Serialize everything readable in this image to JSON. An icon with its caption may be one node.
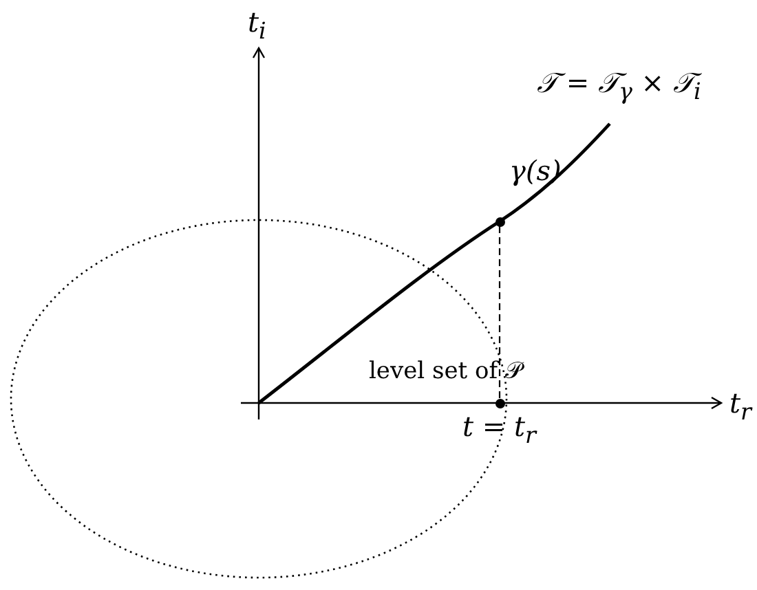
{
  "diagram": {
    "nodes": [
      {
        "text": [],
        "shape": "circle",
        "beside": [
          "γ(s)"
        ]
      },
      {
        "text": [],
        "shape": "circle",
        "beside": [
          "t = t$_{r}$"
        ]
      }
    ],
    "edges": [
      {
        "from": 0,
        "to": 1,
        "arrow": "none",
        "style": "dashed"
      }
    ],
    "labels": [
      "t$_{i}$",
      "𝒯 = 𝒯$_{γ}$ × 𝒯$_{i}$",
      "level set of 𝒫",
      "t$_{r}$"
    ]
  }
}
